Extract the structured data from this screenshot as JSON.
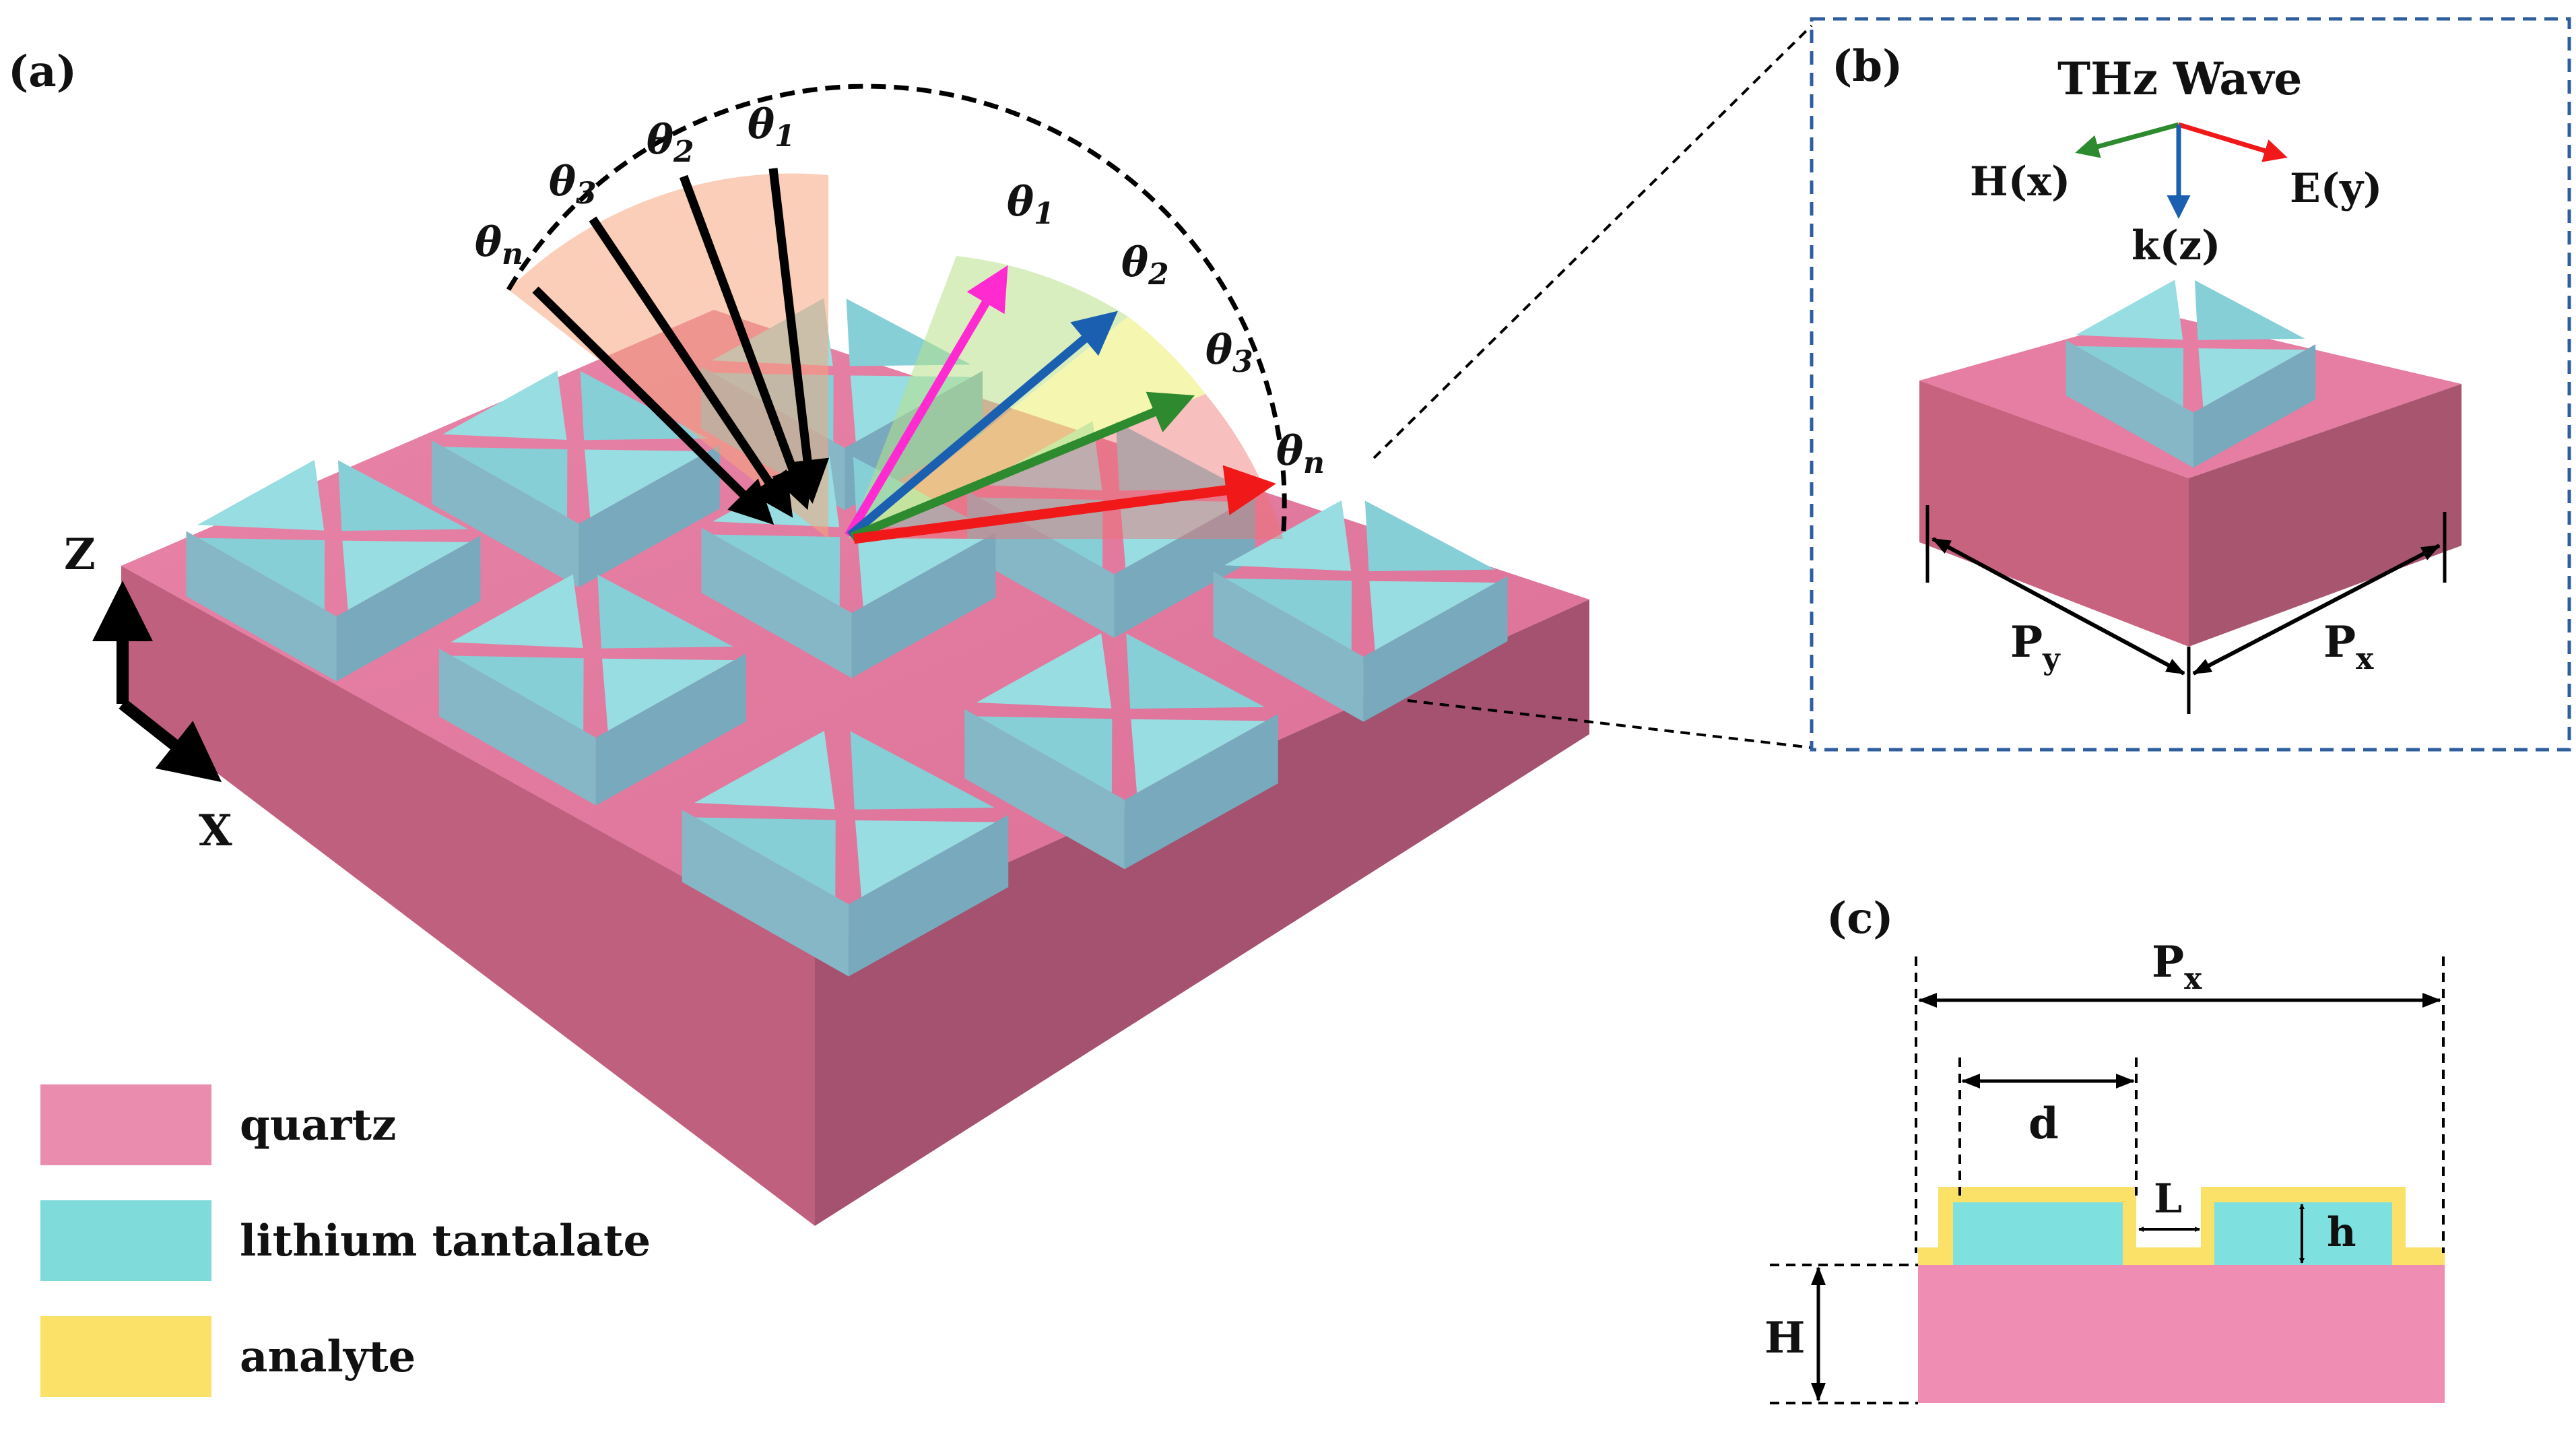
{
  "panels": {
    "a": "(a)",
    "b": "(b)",
    "c": "(c)"
  },
  "axes": {
    "z": "Z",
    "x": "X"
  },
  "angles": {
    "incident": [
      {
        "sym": "θ",
        "sub": "n"
      },
      {
        "sym": "θ",
        "sub": "3"
      },
      {
        "sym": "θ",
        "sub": "2"
      },
      {
        "sym": "θ",
        "sub": "1"
      }
    ],
    "reflected": [
      {
        "sym": "θ",
        "sub": "1"
      },
      {
        "sym": "θ",
        "sub": "2"
      },
      {
        "sym": "θ",
        "sub": "3"
      },
      {
        "sym": "θ",
        "sub": "n"
      }
    ]
  },
  "unit_cell": {
    "wave_title": "THz Wave",
    "h_label": "H(x)",
    "e_label": "E(y)",
    "k_label": "k(z)",
    "py": {
      "sym": "P",
      "sub": "y"
    },
    "px": {
      "sym": "P",
      "sub": "x"
    }
  },
  "cross_section": {
    "px": {
      "sym": "P",
      "sub": "x"
    },
    "d": "d",
    "L": "L",
    "h": "h",
    "H": "H"
  },
  "legend": [
    {
      "label": "quartz",
      "color": "#e98cae"
    },
    {
      "label": "lithium tantalate",
      "color": "#7fdada"
    },
    {
      "label": "analyte",
      "color": "#fbe167"
    }
  ],
  "colors": {
    "quartz_top": "#e2799e",
    "quartz_front": "#c0607f",
    "quartz_side": "#a4526f",
    "lt_top": "#8fd6dc",
    "lt_side": "#79a9bd",
    "analyte": "#fbe167",
    "incident_fan": "#f5a57d",
    "reflected_fan": "#e8f08c",
    "arrow_magenta": "#ff2bd1",
    "arrow_blue": "#1b5fb0",
    "arrow_green": "#2e8a2e",
    "arrow_red": "#f01818",
    "frame_blue": "#2f5e9e"
  }
}
